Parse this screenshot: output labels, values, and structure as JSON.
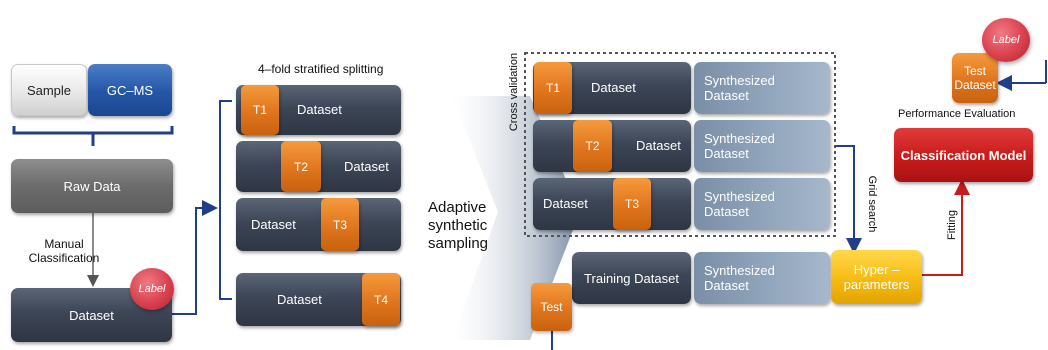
{
  "left": {
    "sample": "Sample",
    "gcms": "GC–MS",
    "raw_data": "Raw Data",
    "manual_classification": "Manual\nClassification",
    "dataset": "Dataset",
    "label": "Label"
  },
  "splitting": {
    "title": "4–fold stratified splitting",
    "folds": [
      {
        "tag": "T1",
        "dataset": "Dataset"
      },
      {
        "tag": "T2",
        "dataset": "Dataset"
      },
      {
        "tag": "T3",
        "dataset": "Dataset"
      },
      {
        "tag": "T4",
        "dataset": "Dataset"
      }
    ]
  },
  "adaptive": "Adaptive\nsynthetic\nsampling",
  "cv": {
    "title": "Cross validation",
    "rows": [
      {
        "tag": "T1",
        "dataset": "Dataset",
        "synth": "Synthesized\nDataset"
      },
      {
        "tag": "T2",
        "dataset": "Dataset",
        "synth": "Synthesized\nDataset"
      },
      {
        "tag": "T3",
        "dataset": "Dataset",
        "synth": "Synthesized\nDataset"
      }
    ]
  },
  "training": {
    "test": "Test",
    "training_dataset": "Training Dataset",
    "synth": "Synthesized\nDataset",
    "hyper": "Hyper –\nparameters",
    "grid_search": "Grid search",
    "fitting": "Fitting"
  },
  "right": {
    "test_dataset": "Test\nDataset",
    "label": "Label",
    "performance": "Performance Evaluation",
    "classification_model": "Classification Model"
  },
  "colors": {
    "dark_box": "#3d4656",
    "orange_tag": "#e0751d",
    "blue_arrow": "#1f3f8a",
    "red_arrow": "#c81b1b",
    "gcms_blue": "#2556a6",
    "model_red": "#c81b1b",
    "hyper_yellow": "#f6bb12"
  }
}
